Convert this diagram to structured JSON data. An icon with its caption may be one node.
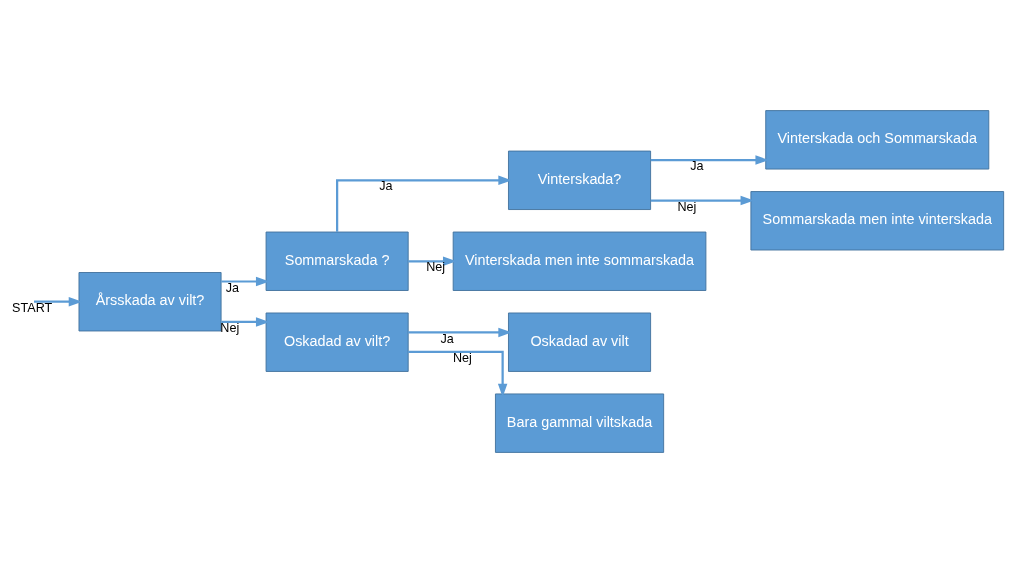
{
  "diagram": {
    "nodes": [
      {
        "text": [
          "Årsskada av vilt?"
        ]
      },
      {
        "text": [
          "Sommarskada ?"
        ]
      },
      {
        "text": [
          "Vinterskada?"
        ]
      },
      {
        "text": [
          "Vinterskada och Sommarskada"
        ]
      },
      {
        "text": [
          "Sommarskada men inte vinterskada"
        ]
      },
      {
        "text": [
          "Vinterskada men inte sommarskada"
        ]
      },
      {
        "text": [
          "Oskadad av vilt?"
        ]
      },
      {
        "text": [
          "Oskadad av vilt"
        ]
      },
      {
        "text": [
          "Bara gammal viltskada"
        ]
      }
    ],
    "edges": [
      {
        "from": null,
        "to": 0,
        "arrow": "to",
        "label": "START"
      },
      {
        "from": 0,
        "to": 1,
        "arrow": "to",
        "label": "Ja"
      },
      {
        "from": 0,
        "to": 6,
        "arrow": "to",
        "label": "Nej"
      },
      {
        "from": 1,
        "to": 2,
        "arrow": "to",
        "label": "Ja"
      },
      {
        "from": 1,
        "to": 5,
        "arrow": "to",
        "label": "Nej"
      },
      {
        "from": 2,
        "to": 3,
        "arrow": "to",
        "label": "Ja"
      },
      {
        "from": 2,
        "to": 4,
        "arrow": "to",
        "label": "Nej"
      },
      {
        "from": 6,
        "to": 7,
        "arrow": "to",
        "label": "Ja"
      },
      {
        "from": 6,
        "to": 8,
        "arrow": "to",
        "label": "Nej"
      }
    ]
  }
}
